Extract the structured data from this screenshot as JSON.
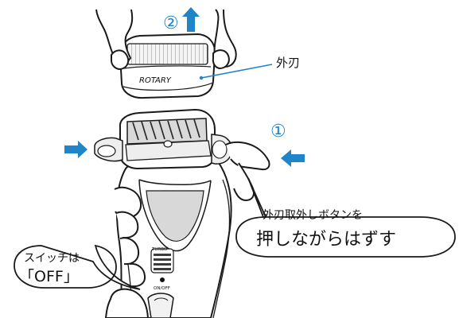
{
  "instructions": {
    "step_2": "②",
    "step_1": "①",
    "outer_blade_label": "外刃",
    "release_bubble": {
      "line1": "外刃取外しボタンを",
      "line2": "押しながらはずす"
    },
    "switch_bubble": {
      "line1": "スイッチは",
      "line2": "「OFF」"
    }
  },
  "product_markings": {
    "brand": "ROTARY",
    "mode_top": "TURBO",
    "switch_label": "ON/OFF"
  },
  "colors": {
    "accent": "#1f84c8",
    "line": "#1a1a1a"
  }
}
